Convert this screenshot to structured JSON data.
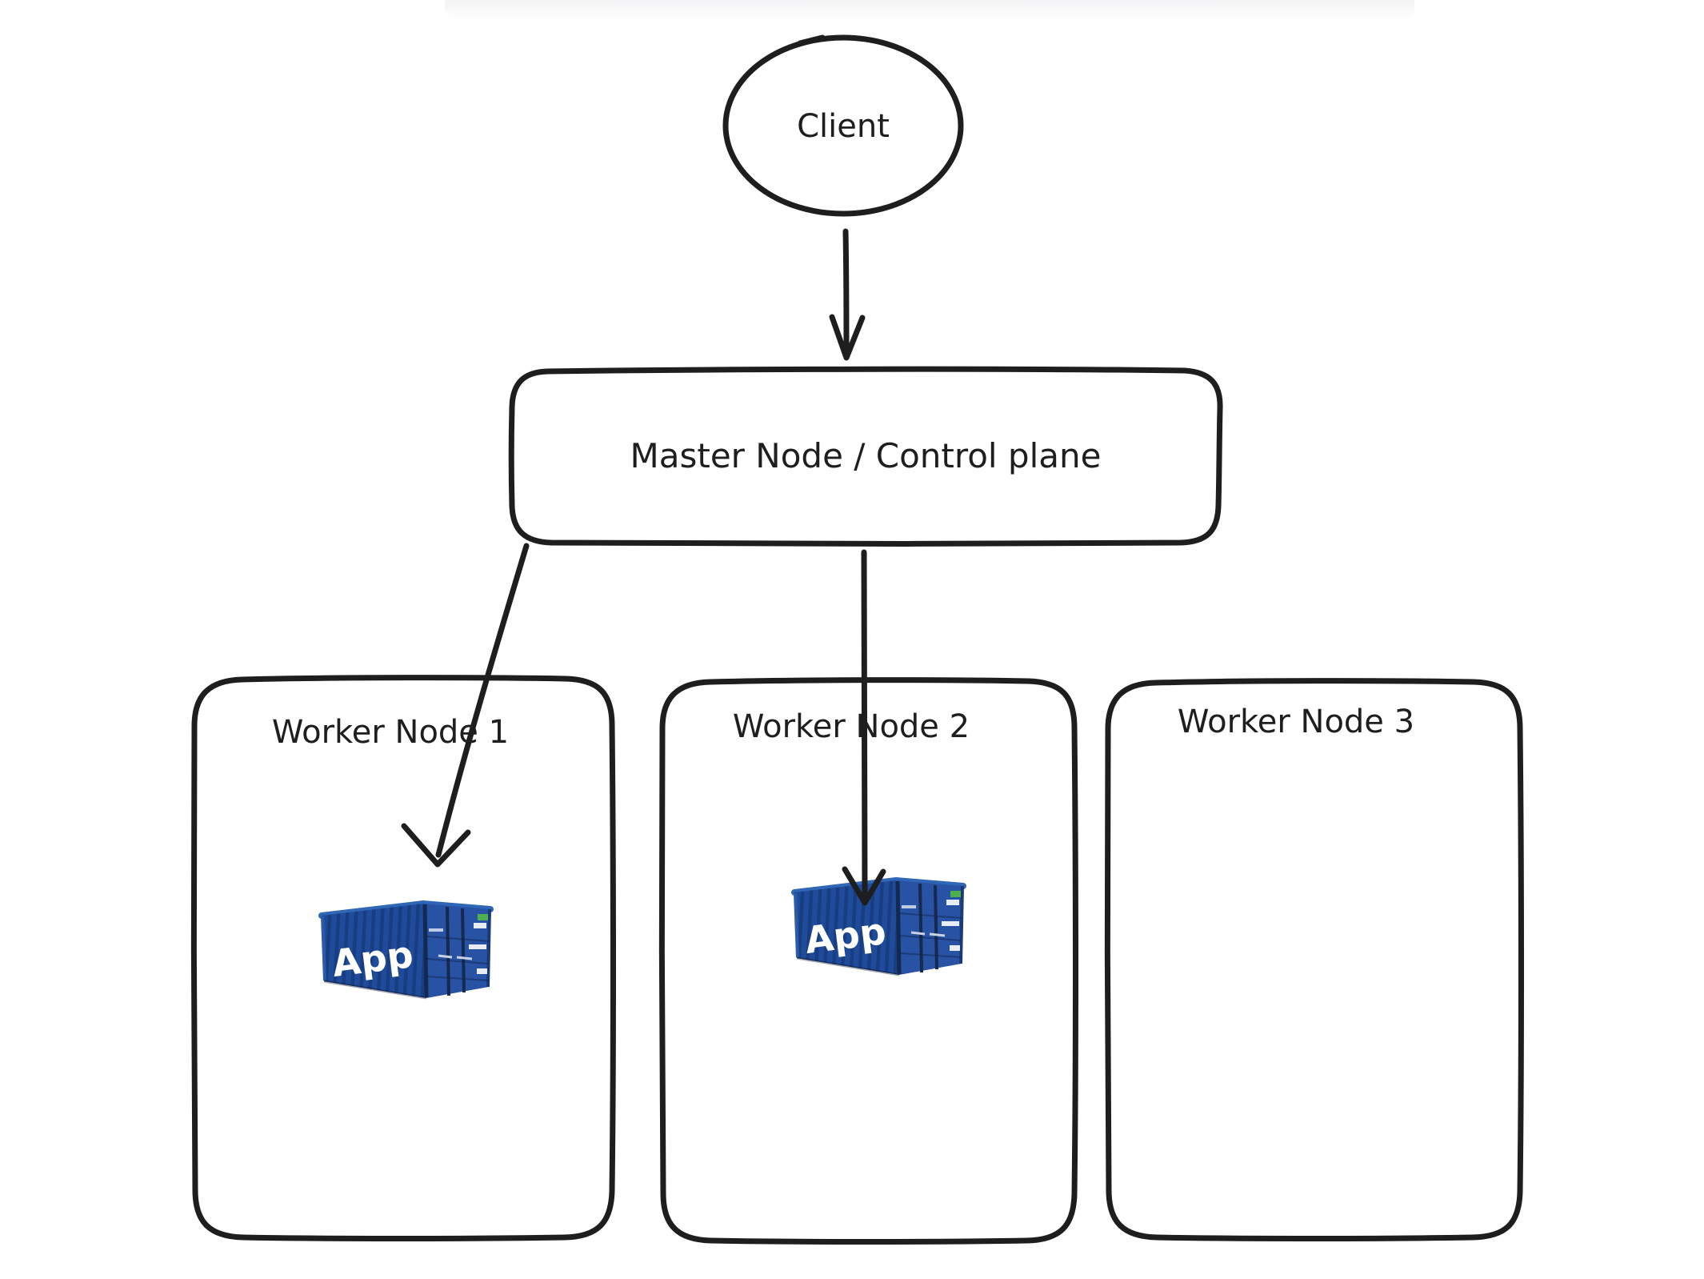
{
  "diagram": {
    "client": {
      "label": "Client"
    },
    "master": {
      "label": "Master Node / Control plane"
    },
    "workers": [
      {
        "label": "Worker Node 1",
        "container": {
          "label": "App"
        }
      },
      {
        "label": "Worker Node 2",
        "container": {
          "label": "App"
        }
      },
      {
        "label": "Worker Node 3",
        "container": null
      }
    ],
    "edges": [
      {
        "from": "client",
        "to": "master-node"
      },
      {
        "from": "master-node",
        "to": "worker-node-1-container"
      },
      {
        "from": "master-node",
        "to": "worker-node-2-container"
      }
    ]
  },
  "colors": {
    "ink": "#1e1e1e",
    "canvas_bg": "#ffffff",
    "container_side": "#1e4c9b",
    "container_door": "#2852a3",
    "container_roof": "#2f66b6",
    "container_hardware": "#16294f",
    "container_label_text": "#ffffff"
  }
}
